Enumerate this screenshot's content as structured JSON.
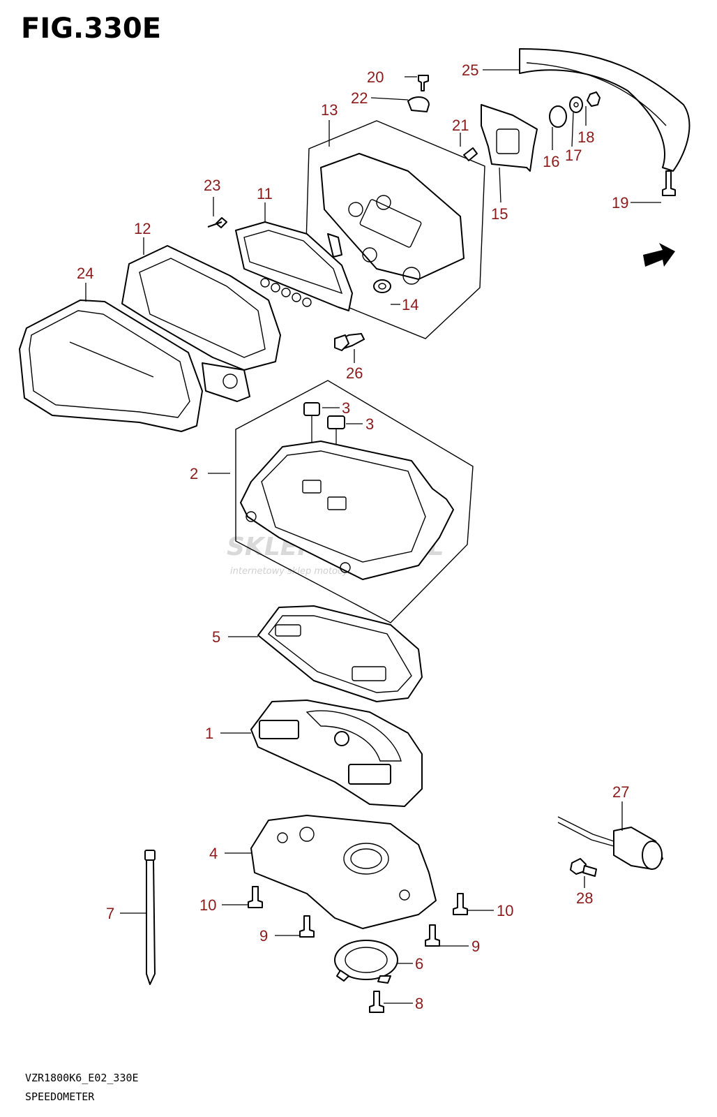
{
  "figure": {
    "title": "FIG.330E",
    "model_code": "VZR1800K6_E02_330E",
    "section_name": "SPEEDOMETER"
  },
  "watermark": {
    "brand": "SKLEPMOTO",
    "brand_suffix": ".PL",
    "tagline": "internetowy sklep motocyklowy"
  },
  "callouts": [
    {
      "id": "25",
      "part": "cover"
    },
    {
      "id": "20",
      "part": "screw"
    },
    {
      "id": "22",
      "part": "clamp"
    },
    {
      "id": "13",
      "part": "case-assembly"
    },
    {
      "id": "21",
      "part": "screw"
    },
    {
      "id": "18",
      "part": "nut"
    },
    {
      "id": "16",
      "part": "cushion"
    },
    {
      "id": "17",
      "part": "washer"
    },
    {
      "id": "15",
      "part": "bracket"
    },
    {
      "id": "19",
      "part": "screw"
    },
    {
      "id": "23",
      "part": "screw"
    },
    {
      "id": "11",
      "part": "display"
    },
    {
      "id": "12",
      "part": "lower-case"
    },
    {
      "id": "24",
      "part": "visor"
    },
    {
      "id": "14",
      "part": "grommet"
    },
    {
      "id": "26",
      "part": "bolt"
    },
    {
      "id": "3",
      "part": "cushion"
    },
    {
      "id": "3",
      "part": "cushion"
    },
    {
      "id": "2",
      "part": "upper-case"
    },
    {
      "id": "5",
      "part": "lens"
    },
    {
      "id": "1",
      "part": "meter-assembly"
    },
    {
      "id": "27",
      "part": "sensor"
    },
    {
      "id": "4",
      "part": "lower-housing"
    },
    {
      "id": "28",
      "part": "bolt"
    },
    {
      "id": "7",
      "part": "cable-tie"
    },
    {
      "id": "10",
      "part": "screw"
    },
    {
      "id": "10",
      "part": "screw"
    },
    {
      "id": "9",
      "part": "screw"
    },
    {
      "id": "9",
      "part": "screw"
    },
    {
      "id": "6",
      "part": "plate"
    },
    {
      "id": "8",
      "part": "screw"
    }
  ],
  "colors": {
    "label": "#8b1a1a",
    "line": "#000000",
    "watermark": "#d9d9d9"
  },
  "icons": [
    "front-direction-arrow-icon"
  ]
}
